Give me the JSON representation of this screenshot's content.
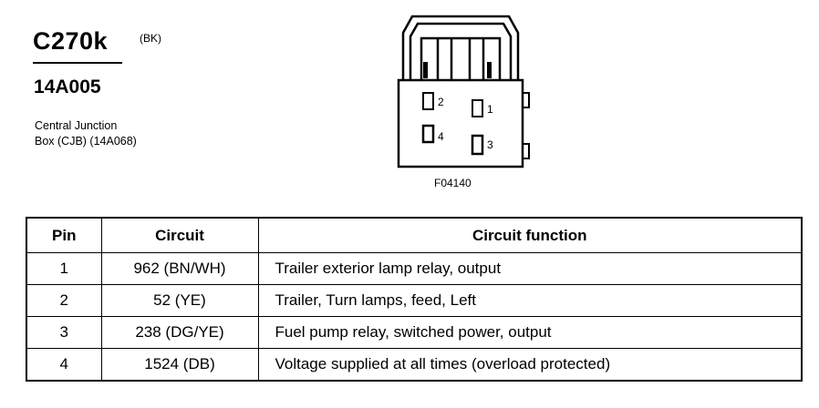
{
  "connector": {
    "code": "C270k",
    "color_code": "(BK)",
    "part_number": "14A005",
    "description_line1": "Central Junction",
    "description_line2": "Box (CJB) (14A068)"
  },
  "diagram": {
    "figure_id": "F04140",
    "terminal_labels": [
      "1",
      "2",
      "3",
      "4"
    ]
  },
  "table": {
    "headers": {
      "pin": "Pin",
      "circuit": "Circuit",
      "function": "Circuit function"
    },
    "rows": [
      {
        "pin": "1",
        "circuit": "962 (BN/WH)",
        "function": "Trailer exterior lamp relay, output"
      },
      {
        "pin": "2",
        "circuit": "52 (YE)",
        "function": "Trailer, Turn lamps, feed, Left"
      },
      {
        "pin": "3",
        "circuit": "238 (DG/YE)",
        "function": "Fuel pump relay, switched power, output"
      },
      {
        "pin": "4",
        "circuit": "1524 (DB)",
        "function": "Voltage supplied at all times (overload protected)"
      }
    ]
  }
}
